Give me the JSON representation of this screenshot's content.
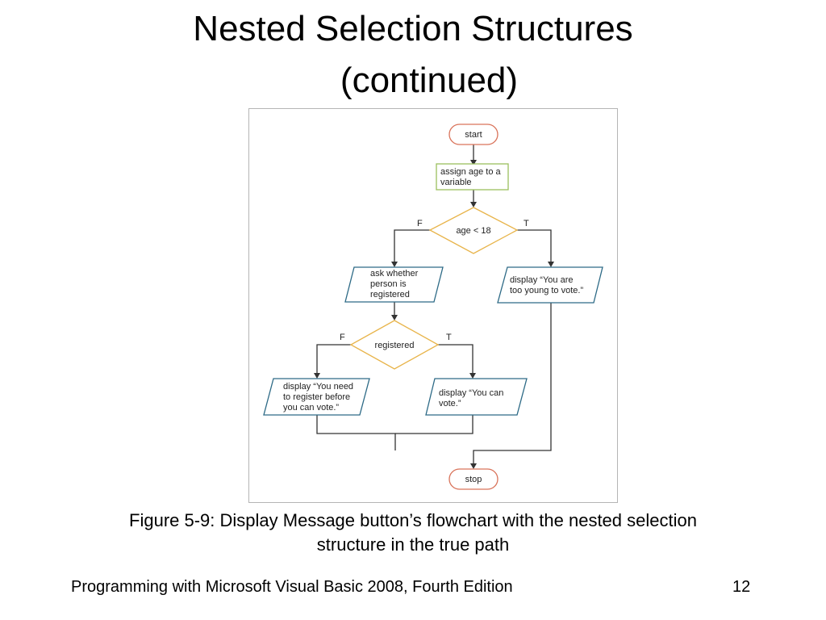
{
  "slide": {
    "title_line1": "Nested Selection Structures",
    "title_line2": "(continued)",
    "caption_line1": "Figure 5-9: Display Message button’s flowchart with the nested selection",
    "caption_line2": "structure in the true path",
    "footer": "Programming with Microsoft Visual Basic 2008, Fourth Edition",
    "page_number": "12"
  },
  "flowchart": {
    "start": "start",
    "assign": [
      "assign age to a",
      "variable"
    ],
    "decision_age": "age < 18",
    "decision_age_false": "F",
    "decision_age_true": "T",
    "ask": [
      "ask whether",
      "person is",
      "registered"
    ],
    "too_young": [
      "display “You are",
      "too young to vote.”"
    ],
    "decision_registered": "registered",
    "decision_registered_false": "F",
    "decision_registered_true": "T",
    "need_register": [
      "display “You need",
      "to register before",
      "you can vote.”"
    ],
    "can_vote": [
      "display “You can",
      "vote.”"
    ],
    "stop": "stop"
  },
  "colors": {
    "terminal_stroke": "#d9735a",
    "process_stroke": "#9cbf5e",
    "decision_stroke": "#e8b44a",
    "io_stroke": "#2d6a86",
    "connector": "#333333"
  }
}
